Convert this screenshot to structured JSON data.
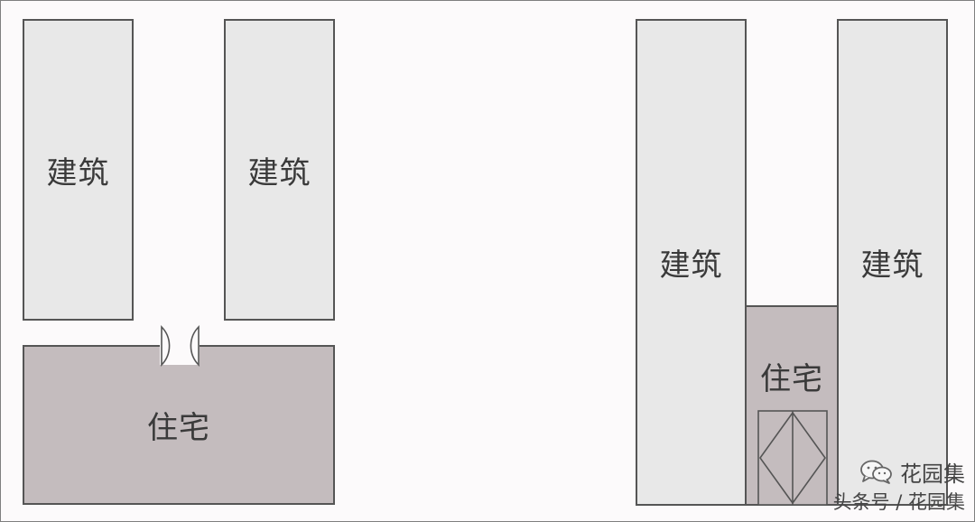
{
  "left_layout": {
    "building_left_label": "建筑",
    "building_right_label": "建筑",
    "residence_label": "住宅"
  },
  "right_layout": {
    "building_left_label": "建筑",
    "building_right_label": "建筑",
    "residence_label": "住宅"
  },
  "watermark": {
    "icon": "wechat-icon",
    "brand": "花园集",
    "source": "头条号 / 花园集"
  },
  "colors": {
    "building_fill": "#e8e8e8",
    "residence_fill": "#c4bcbe",
    "outline": "#555555",
    "background": "#fcfafb"
  }
}
